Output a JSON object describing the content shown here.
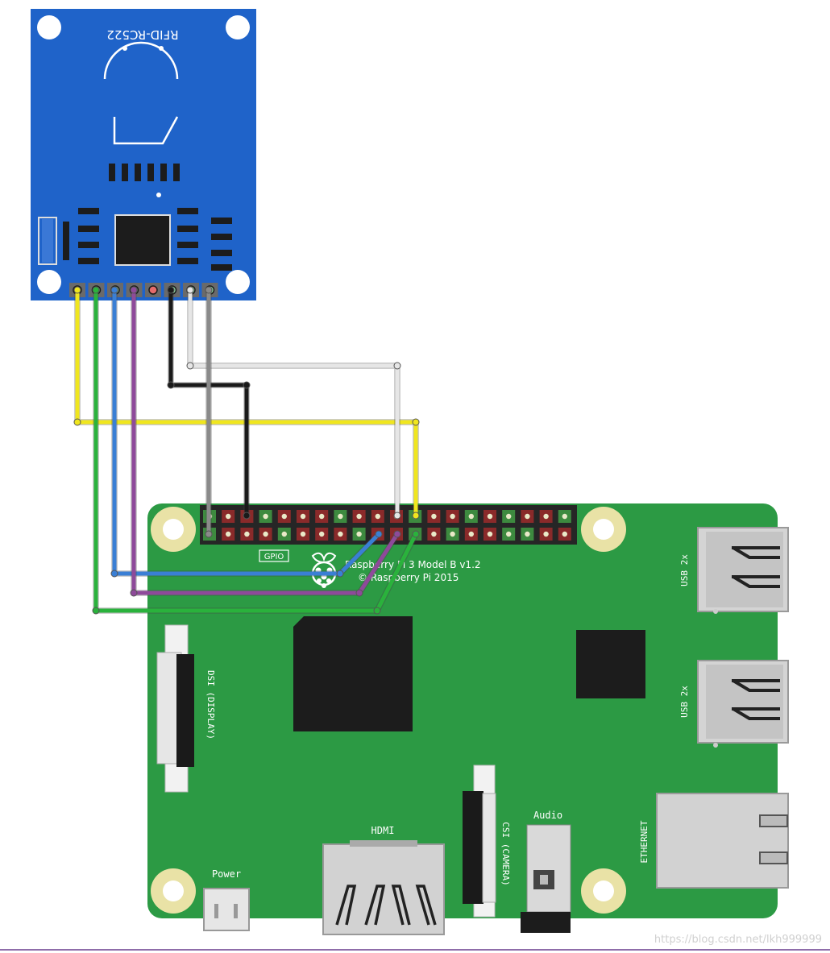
{
  "rfid_module": {
    "label": "RFID-RC522"
  },
  "raspberry_pi": {
    "model_line": "Raspberry Pi 3 Model B v1.2",
    "copyright_line": "© Raspberry Pi 2015",
    "gpio_label": "GPIO"
  },
  "port_labels": {
    "usb_top": "USB 2x",
    "usb_bottom": "USB 2x",
    "ethernet": "ETHERNET",
    "dsi": "DSI (DISPLAY)",
    "csi": "CSI (CAMERA)",
    "audio": "Audio",
    "hdmi": "HDMI",
    "power": "Power"
  },
  "wire_colors": {
    "yellow": "#f0e61e",
    "green": "#2ab23c",
    "blue": "#3a7fd5",
    "purple": "#8e4a9a",
    "black": "#1a1a1a",
    "white": "#e6e6e6",
    "gray": "#8a8a8a"
  },
  "colors": {
    "board": "#2c9a44",
    "module": "#1f63c9"
  },
  "watermark": "https://blog.csdn.net/lkh999999"
}
